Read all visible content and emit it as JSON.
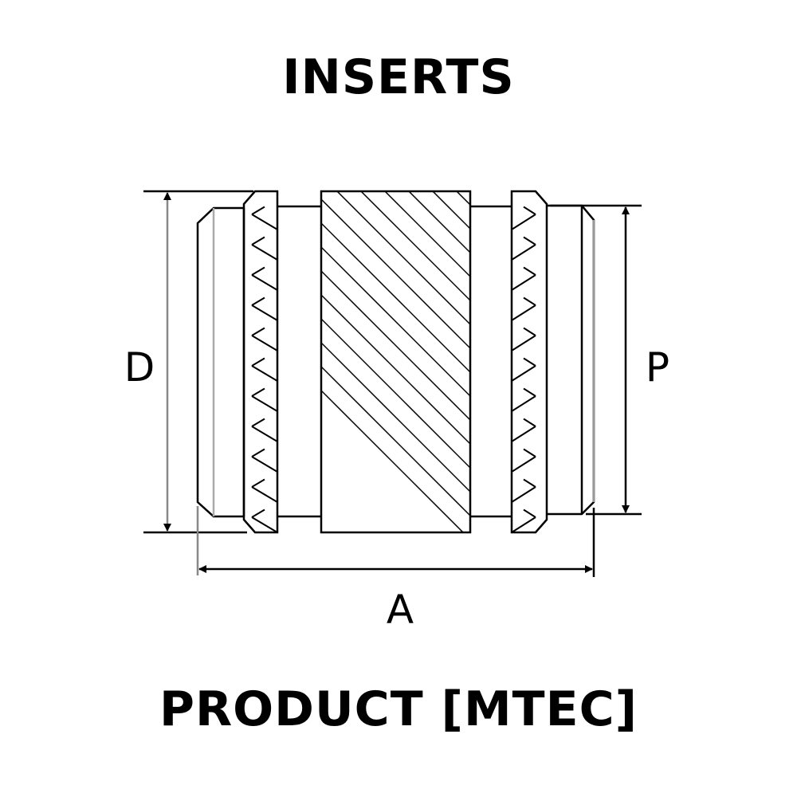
{
  "title": "INSERTS",
  "subtitle": "PRODUCT [MTEC]",
  "dimensions": {
    "d_label": "D",
    "p_label": "P",
    "a_label": "A"
  }
}
